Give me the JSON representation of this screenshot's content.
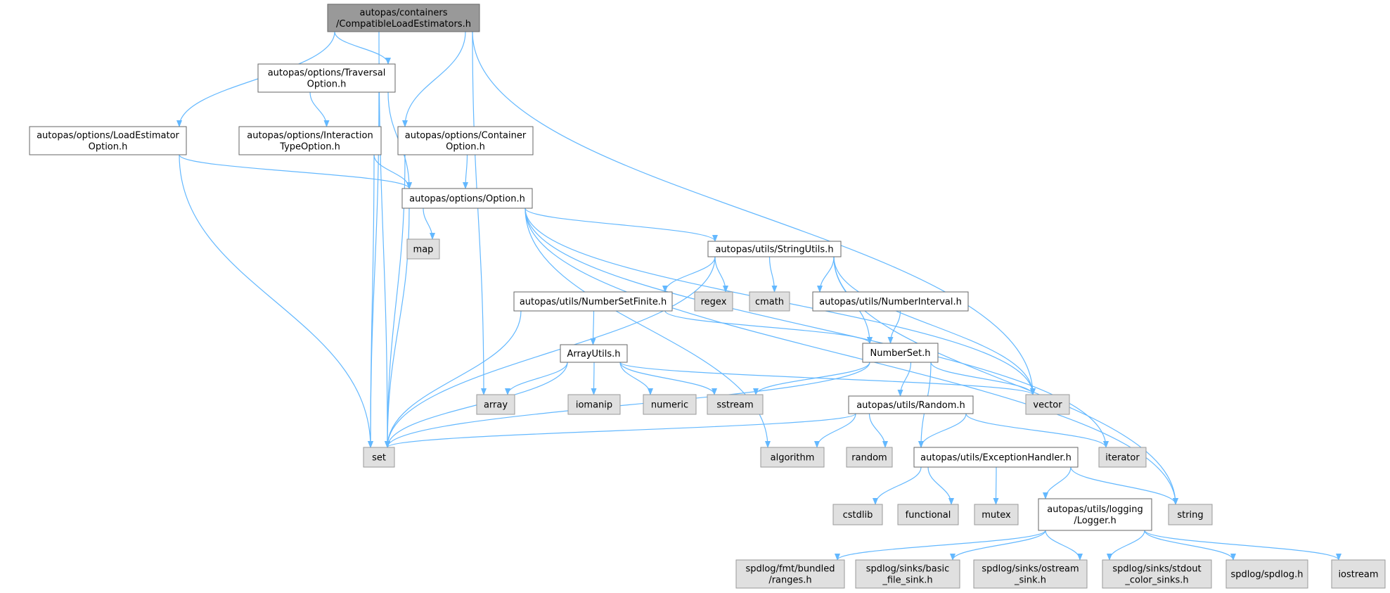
{
  "colors": {
    "edge": "#63b8ff",
    "root_fill": "#999999",
    "root_stroke": "#666666",
    "header_fill": "#ffffff",
    "header_stroke": "#666666",
    "system_fill": "#e0e0e0",
    "system_stroke": "#999999"
  },
  "nodes": [
    {
      "id": "root",
      "kind": "root",
      "lines": [
        "autopas/containers",
        "/CompatibleLoadEstimators.h"
      ]
    },
    {
      "id": "traversal",
      "kind": "header",
      "lines": [
        "autopas/options/Traversal",
        "Option.h"
      ]
    },
    {
      "id": "loadest",
      "kind": "header",
      "lines": [
        "autopas/options/LoadEstimator",
        "Option.h"
      ]
    },
    {
      "id": "interaction",
      "kind": "header",
      "lines": [
        "autopas/options/Interaction",
        "TypeOption.h"
      ]
    },
    {
      "id": "container",
      "kind": "header",
      "lines": [
        "autopas/options/Container",
        "Option.h"
      ]
    },
    {
      "id": "option",
      "kind": "header",
      "lines": [
        "autopas/options/Option.h"
      ]
    },
    {
      "id": "map",
      "kind": "system",
      "lines": [
        "map"
      ]
    },
    {
      "id": "stringutils",
      "kind": "header",
      "lines": [
        "autopas/utils/StringUtils.h"
      ]
    },
    {
      "id": "nsfinite",
      "kind": "header",
      "lines": [
        "autopas/utils/NumberSetFinite.h"
      ]
    },
    {
      "id": "regex",
      "kind": "system",
      "lines": [
        "regex"
      ]
    },
    {
      "id": "cmath",
      "kind": "system",
      "lines": [
        "cmath"
      ]
    },
    {
      "id": "ninterval",
      "kind": "header",
      "lines": [
        "autopas/utils/NumberInterval.h"
      ]
    },
    {
      "id": "arrayutils",
      "kind": "header",
      "lines": [
        "ArrayUtils.h"
      ]
    },
    {
      "id": "numberset",
      "kind": "header",
      "lines": [
        "NumberSet.h"
      ]
    },
    {
      "id": "array",
      "kind": "system",
      "lines": [
        "array"
      ]
    },
    {
      "id": "iomanip",
      "kind": "system",
      "lines": [
        "iomanip"
      ]
    },
    {
      "id": "numeric",
      "kind": "system",
      "lines": [
        "numeric"
      ]
    },
    {
      "id": "sstream",
      "kind": "system",
      "lines": [
        "sstream"
      ]
    },
    {
      "id": "vector",
      "kind": "system",
      "lines": [
        "vector"
      ]
    },
    {
      "id": "random_h",
      "kind": "header",
      "lines": [
        "autopas/utils/Random.h"
      ]
    },
    {
      "id": "set",
      "kind": "system",
      "lines": [
        "set"
      ]
    },
    {
      "id": "algorithm",
      "kind": "system",
      "lines": [
        "algorithm"
      ]
    },
    {
      "id": "random",
      "kind": "system",
      "lines": [
        "random"
      ]
    },
    {
      "id": "exception",
      "kind": "header",
      "lines": [
        "autopas/utils/ExceptionHandler.h"
      ]
    },
    {
      "id": "iterator",
      "kind": "system",
      "lines": [
        "iterator"
      ]
    },
    {
      "id": "cstdlib",
      "kind": "system",
      "lines": [
        "cstdlib"
      ]
    },
    {
      "id": "functional",
      "kind": "system",
      "lines": [
        "functional"
      ]
    },
    {
      "id": "mutex",
      "kind": "system",
      "lines": [
        "mutex"
      ]
    },
    {
      "id": "logger",
      "kind": "header",
      "lines": [
        "autopas/utils/logging",
        "/Logger.h"
      ]
    },
    {
      "id": "string",
      "kind": "system",
      "lines": [
        "string"
      ]
    },
    {
      "id": "ranges",
      "kind": "system",
      "lines": [
        "spdlog/fmt/bundled",
        "/ranges.h"
      ]
    },
    {
      "id": "basicsink",
      "kind": "system",
      "lines": [
        "spdlog/sinks/basic",
        "_file_sink.h"
      ]
    },
    {
      "id": "ostreamsink",
      "kind": "system",
      "lines": [
        "spdlog/sinks/ostream",
        "_sink.h"
      ]
    },
    {
      "id": "stdoutsink",
      "kind": "system",
      "lines": [
        "spdlog/sinks/stdout",
        "_color_sinks.h"
      ]
    },
    {
      "id": "spdlog",
      "kind": "system",
      "lines": [
        "spdlog/spdlog.h"
      ]
    },
    {
      "id": "iostream",
      "kind": "system",
      "lines": [
        "iostream"
      ]
    }
  ],
  "edges": [
    [
      "root",
      "set"
    ],
    [
      "root",
      "traversal"
    ],
    [
      "root",
      "loadest"
    ],
    [
      "root",
      "container"
    ],
    [
      "root",
      "array"
    ],
    [
      "root",
      "vector"
    ],
    [
      "traversal",
      "interaction"
    ],
    [
      "traversal",
      "option"
    ],
    [
      "traversal",
      "set"
    ],
    [
      "loadest",
      "option"
    ],
    [
      "loadest",
      "set"
    ],
    [
      "interaction",
      "option"
    ],
    [
      "interaction",
      "set"
    ],
    [
      "container",
      "option"
    ],
    [
      "container",
      "set"
    ],
    [
      "option",
      "map"
    ],
    [
      "option",
      "stringutils"
    ],
    [
      "option",
      "set"
    ],
    [
      "option",
      "algorithm"
    ],
    [
      "option",
      "vector"
    ],
    [
      "option",
      "iterator"
    ],
    [
      "option",
      "string"
    ],
    [
      "stringutils",
      "nsfinite"
    ],
    [
      "stringutils",
      "regex"
    ],
    [
      "stringutils",
      "cmath"
    ],
    [
      "stringutils",
      "ninterval"
    ],
    [
      "stringutils",
      "numberset"
    ],
    [
      "stringutils",
      "set"
    ],
    [
      "stringutils",
      "vector"
    ],
    [
      "stringutils",
      "string"
    ],
    [
      "nsfinite",
      "arrayutils"
    ],
    [
      "nsfinite",
      "numberset"
    ],
    [
      "nsfinite",
      "set"
    ],
    [
      "ninterval",
      "numberset"
    ],
    [
      "arrayutils",
      "array"
    ],
    [
      "arrayutils",
      "iomanip"
    ],
    [
      "arrayutils",
      "numeric"
    ],
    [
      "arrayutils",
      "sstream"
    ],
    [
      "arrayutils",
      "vector"
    ],
    [
      "arrayutils",
      "set"
    ],
    [
      "numberset",
      "sstream"
    ],
    [
      "numberset",
      "vector"
    ],
    [
      "numberset",
      "random_h"
    ],
    [
      "numberset",
      "exception"
    ],
    [
      "numberset",
      "set"
    ],
    [
      "random_h",
      "set"
    ],
    [
      "random_h",
      "algorithm"
    ],
    [
      "random_h",
      "random"
    ],
    [
      "random_h",
      "exception"
    ],
    [
      "random_h",
      "iterator"
    ],
    [
      "exception",
      "cstdlib"
    ],
    [
      "exception",
      "functional"
    ],
    [
      "exception",
      "mutex"
    ],
    [
      "exception",
      "logger"
    ],
    [
      "exception",
      "string"
    ],
    [
      "logger",
      "ranges"
    ],
    [
      "logger",
      "basicsink"
    ],
    [
      "logger",
      "ostreamsink"
    ],
    [
      "logger",
      "stdoutsink"
    ],
    [
      "logger",
      "spdlog"
    ],
    [
      "logger",
      "iostream"
    ]
  ]
}
